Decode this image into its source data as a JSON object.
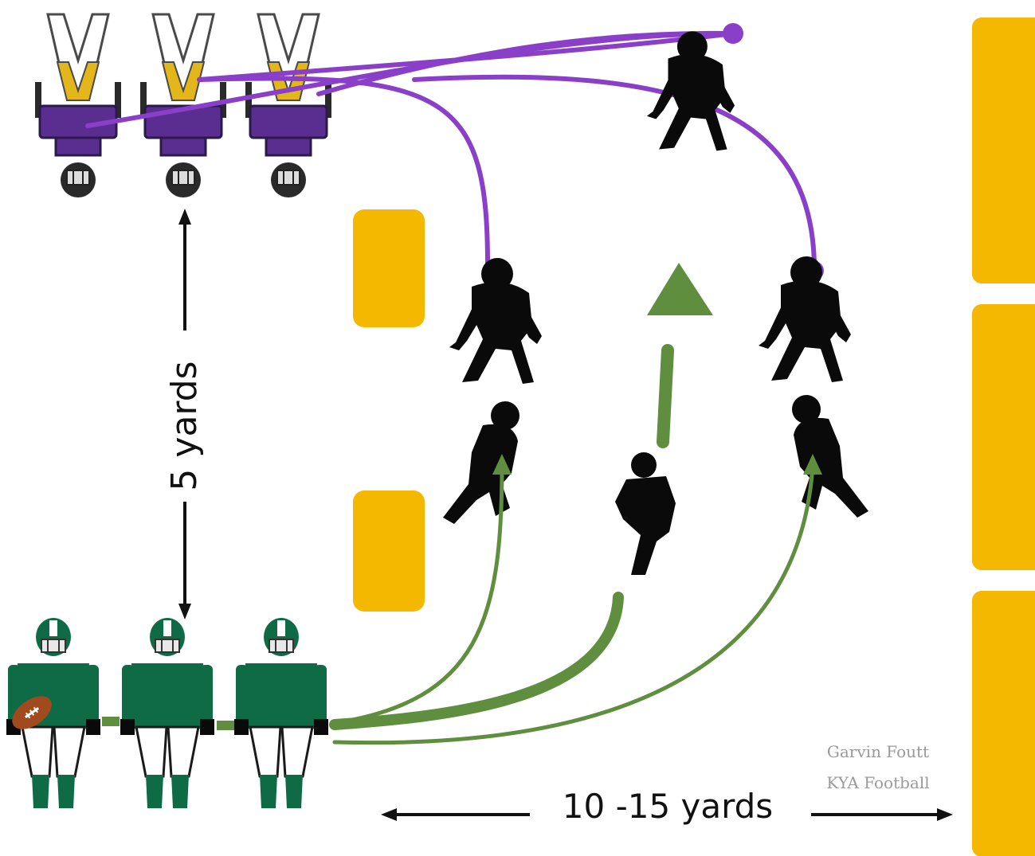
{
  "labels": {
    "vertical_distance": "5 yards",
    "horizontal_distance": "10 -15 yards"
  },
  "credit": {
    "line1": "Garvin Foutt",
    "line2": "KYA Football"
  },
  "colors": {
    "field_marker": "#f5b800",
    "route_defense": "#8a3fc8",
    "route_offense": "#5f8f3e",
    "jersey_offense": "#0f6b45",
    "sled_pad": "#5a2d91",
    "sled_arm": "#e3b61b",
    "player_silhouette": "#0a0a0a"
  },
  "icons": {
    "sled": "blocking-sled-icon",
    "offense": "offensive-player-icon",
    "defender": "defender-silhouette-icon",
    "football": "football-icon"
  }
}
